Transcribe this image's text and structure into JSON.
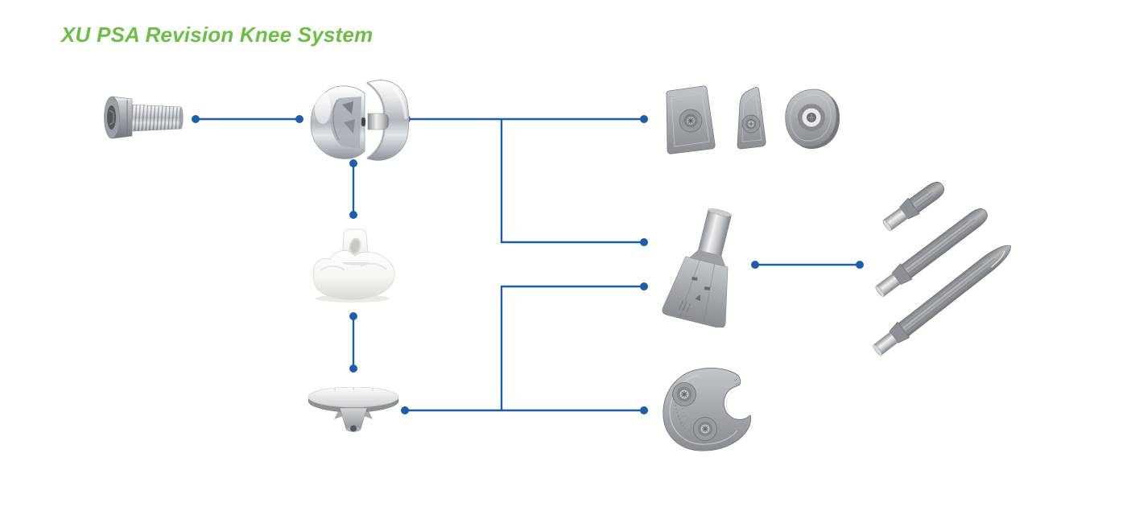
{
  "title": "XU PSA Revision Knee System",
  "colors": {
    "title_green": "#6CBE44",
    "connector": "#1E5DA8",
    "background": "#FFFFFF"
  },
  "components": [
    {
      "id": "fixation-screw",
      "label": "fixation screw"
    },
    {
      "id": "femoral-component",
      "label": "femoral component"
    },
    {
      "id": "femoral-augments",
      "label": "augment blocks (trapezoid, wedge, D-shape)"
    },
    {
      "id": "tibial-insert",
      "label": "tibial insert (polyethylene)"
    },
    {
      "id": "metaphyseal-sleeve",
      "label": "metaphyseal sleeve"
    },
    {
      "id": "stem-extensions",
      "label": "stem extensions (short, medium, long)"
    },
    {
      "id": "tibial-baseplate",
      "label": "tibial baseplate"
    },
    {
      "id": "half-moon-augment",
      "label": "half-moon tibial augment"
    }
  ],
  "connections": [
    {
      "from": "fixation-screw",
      "to": "femoral-component"
    },
    {
      "from": "femoral-component",
      "to": "femoral-augments"
    },
    {
      "from": "femoral-component",
      "to": "metaphyseal-sleeve"
    },
    {
      "from": "femoral-component",
      "to": "tibial-insert"
    },
    {
      "from": "tibial-insert",
      "to": "tibial-baseplate"
    },
    {
      "from": "tibial-baseplate",
      "to": "metaphyseal-sleeve"
    },
    {
      "from": "tibial-baseplate",
      "to": "half-moon-augment"
    },
    {
      "from": "metaphyseal-sleeve",
      "to": "stem-extensions"
    }
  ]
}
